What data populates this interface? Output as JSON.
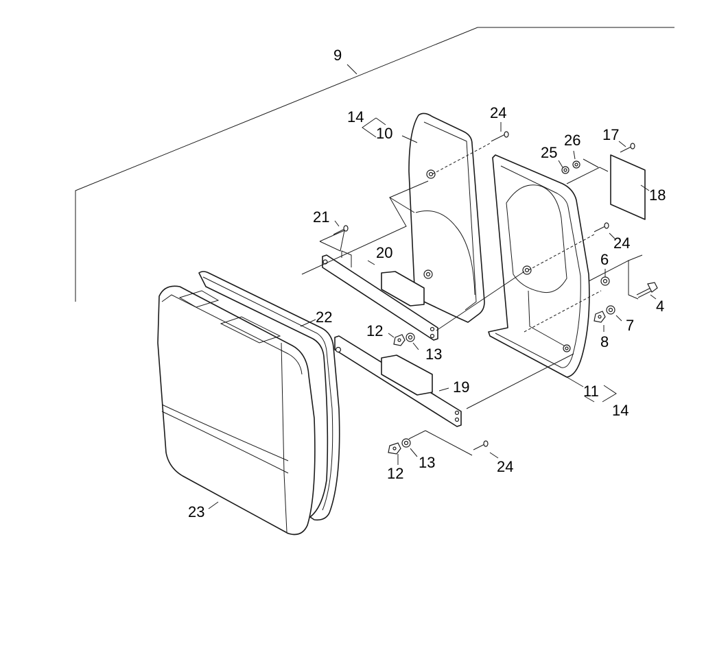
{
  "callouts": {
    "c9": "9",
    "c14a": "14",
    "c10": "10",
    "c24a": "24",
    "c25": "25",
    "c26": "26",
    "c17": "17",
    "c18": "18",
    "c21": "21",
    "c24b": "24",
    "c20": "20",
    "c6": "6",
    "c4": "4",
    "c7": "7",
    "c8": "8",
    "c22": "22",
    "c12a": "12",
    "c13a": "13",
    "c19": "19",
    "c11": "11",
    "c14b": "14",
    "c12b": "12",
    "c13b": "13",
    "c24c": "24",
    "c23": "23"
  },
  "colors": {
    "line": "#1a1a1a",
    "background": "#ffffff"
  }
}
